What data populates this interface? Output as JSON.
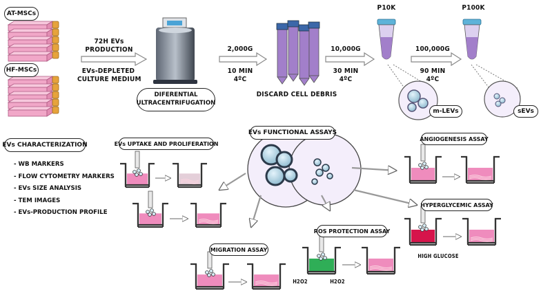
{
  "sources": [
    "AT-MSCs",
    "HF-MSCs"
  ],
  "production": {
    "line1": "72H EVs",
    "line2": "PRODUCTION",
    "line3": "EVs-DEPLETED",
    "line4": "CULTURE MEDIUM"
  },
  "ultracentrifugation": {
    "line1": "DIFERENTIAL",
    "line2": "ULTRACENTRIFUGATION"
  },
  "step1": {
    "speed": "2,000G",
    "time": "10 MIN",
    "temp": "4ºC"
  },
  "step2": {
    "speed": "10,000G",
    "time": "30 MIN",
    "temp": "4ºC"
  },
  "step3": {
    "speed": "100,000G",
    "time": "90 MIN",
    "temp": "4ºC"
  },
  "discard_label": "DISCARD CELL DEBRIS",
  "pellets": {
    "p10k": "P10K",
    "p100k": "P100K"
  },
  "vesicles": {
    "m_levs": "m-LEVs",
    "sevs": "sEVs"
  },
  "characterization": {
    "title": "EVs CHARACTERIZATION",
    "items": [
      "- WB MARKERS",
      "- FLOW CYTOMETRY MARKERS",
      "- EVs SIZE ANALYSIS",
      "- TEM IMAGES",
      "- EVs-PRODUCTION PROFILE"
    ]
  },
  "functional_assays": "EVs FUNCTIONAL ASSAYS",
  "assays": {
    "uptake": "EVs UPTAKE AND PROLIFERATION",
    "angiogenesis": "ANGIOGENESIS ASSAY",
    "hyperglycemic": "HYPERGLYCEMIC ASSAY",
    "ros": "ROS PROTECTION ASSAY",
    "migration": "MIGRATION ASSAY"
  },
  "high_glucose": "HIGH GLUCOSE",
  "h2o2": "H2O2",
  "colors": {
    "flask": "#f1a7c8",
    "cap": "#e6a33c",
    "tube": "#a27fca",
    "medium": "#ef8cbd",
    "hyper": "#d6144b",
    "ros": "#2fae57"
  }
}
